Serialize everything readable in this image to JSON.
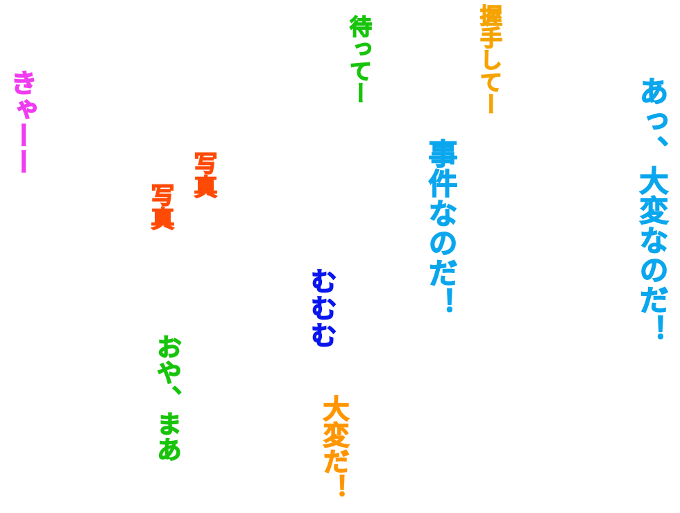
{
  "colors": {
    "sky_blue": "#0aa6ee",
    "orange": "#f5a300",
    "green": "#17c40b",
    "magenta": "#f03cf0",
    "red_orange": "#ff4a05",
    "blue": "#0a16ee",
    "dark_orange": "#ff9500"
  },
  "phrases": {
    "anot_taihen": "あっ、大変なのだ！",
    "jiken": "事件なのだ！",
    "akushu": "握手してー",
    "matte": "待ってー",
    "kya": "きゃーー",
    "shashin_1": "写真",
    "shashin_2": "写真",
    "mumumu": "むむむ",
    "oya_maa": "おや、まあ",
    "taihen_da": "大変だ！"
  }
}
